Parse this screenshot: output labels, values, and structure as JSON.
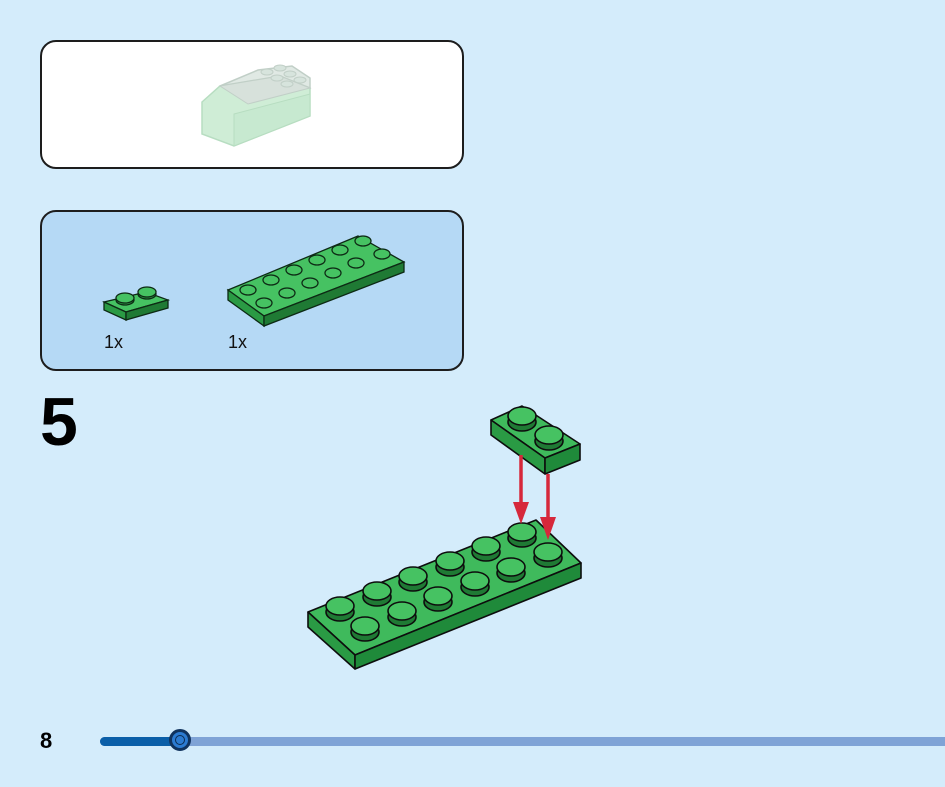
{
  "preview": {
    "title": "model-preview"
  },
  "parts": [
    {
      "quantity": "1x",
      "piece": "plate-1x2-green"
    },
    {
      "quantity": "1x",
      "piece": "plate-2x6-green"
    }
  ],
  "step": {
    "number": "5"
  },
  "footer": {
    "page_number": "8",
    "progress_fraction": 0.095
  },
  "colors": {
    "background": "#d4ecfb",
    "parts_panel": "#b5d9f5",
    "brick_green": "#2ea84a",
    "brick_green_dark": "#1f7a34",
    "arrow_red": "#d6283b",
    "progress_fill": "#0b5fa8",
    "progress_track": "#7fa3d6"
  }
}
